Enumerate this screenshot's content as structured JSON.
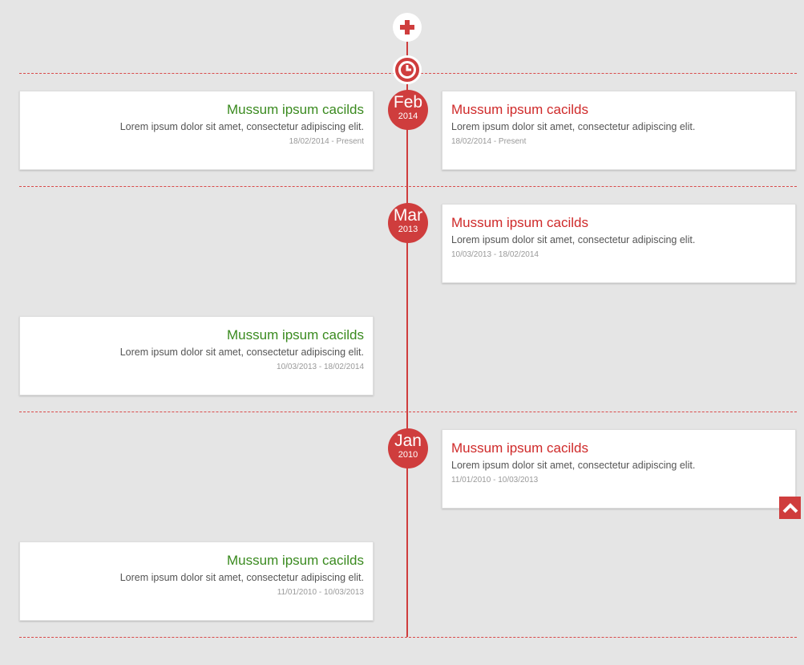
{
  "controls": {
    "add_icon": "plus-icon",
    "clock_icon": "clock-icon",
    "scroll_top_icon": "chevron-up-icon"
  },
  "markers": [
    {
      "month": "Feb",
      "year": "2014"
    },
    {
      "month": "Mar",
      "year": "2013"
    },
    {
      "month": "Jan",
      "year": "2010"
    }
  ],
  "cards": [
    {
      "title": "Mussum ipsum cacilds",
      "desc": "Lorem ipsum dolor sit amet, consectetur adipiscing elit.",
      "dates": "18/02/2014 - Present"
    },
    {
      "title": "Mussum ipsum cacilds",
      "desc": "Lorem ipsum dolor sit amet, consectetur adipiscing elit.",
      "dates": "18/02/2014 - Present"
    },
    {
      "title": "Mussum ipsum cacilds",
      "desc": "Lorem ipsum dolor sit amet, consectetur adipiscing elit.",
      "dates": "10/03/2013 - 18/02/2014"
    },
    {
      "title": "Mussum ipsum cacilds",
      "desc": "Lorem ipsum dolor sit amet, consectetur adipiscing elit.",
      "dates": "10/03/2013 - 18/02/2014"
    },
    {
      "title": "Mussum ipsum cacilds",
      "desc": "Lorem ipsum dolor sit amet, consectetur adipiscing elit.",
      "dates": "11/01/2010 - 10/03/2013"
    },
    {
      "title": "Mussum ipsum cacilds",
      "desc": "Lorem ipsum dolor sit amet, consectetur adipiscing elit.",
      "dates": "11/01/2010 - 10/03/2013"
    }
  ],
  "colors": {
    "accent": "#cf3d3d",
    "left_title": "#3a8a1f",
    "right_title": "#cf2a2a",
    "background": "#e5e5e5"
  }
}
